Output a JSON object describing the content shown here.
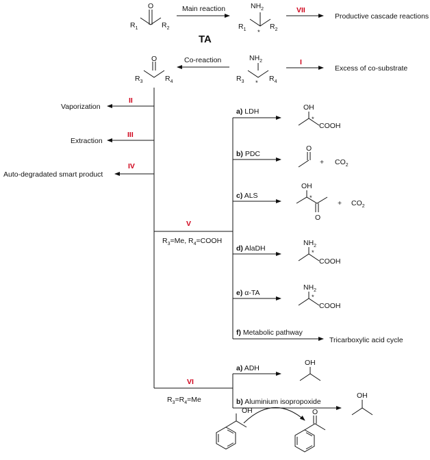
{
  "ta_label": "TA",
  "main_reaction": "Main reaction",
  "co_reaction": "Co-reaction",
  "productive_cascade": "Productive cascade reactions",
  "excess_cosubstrate": "Excess of co-substrate",
  "vaporization": "Vaporization",
  "extraction": "Extraction",
  "auto_degradated": "Auto-degradated smart product",
  "tricarboxylic": "Tricarboxylic acid cycle",
  "numerals": {
    "I": "I",
    "II": "II",
    "III": "III",
    "IV": "IV",
    "V": "V",
    "VI": "VI",
    "VII": "VII"
  },
  "cond_v": {
    "r3": "R",
    "r3_sub": "3",
    "eq1": "=Me, R",
    "r4_sub": "4",
    "eq2": "=COOH"
  },
  "cond_vi": {
    "r3": "R",
    "r3_sub": "3",
    "eq": "=R",
    "r4_sub": "4",
    "tail": "=Me"
  },
  "branches_v": [
    {
      "letter": "a)",
      "name": "LDH"
    },
    {
      "letter": "b)",
      "name": "PDC"
    },
    {
      "letter": "c)",
      "name": "ALS"
    },
    {
      "letter": "d)",
      "name": "AlaDH"
    },
    {
      "letter": "e)",
      "name": "α-TA"
    },
    {
      "letter": "f)",
      "name": "Metabolic pathway"
    }
  ],
  "branches_vi": [
    {
      "letter": "a)",
      "name": "ADH"
    },
    {
      "letter": "b)",
      "name": "Aluminium isopropoxide"
    }
  ],
  "atoms": {
    "O": "O",
    "OH": "OH",
    "NH": "NH",
    "two": "2",
    "COOH": "COOH",
    "CO": "CO",
    "plus": "+",
    "star": "*",
    "R": "R",
    "one": "1",
    "three": "3",
    "four": "4"
  }
}
